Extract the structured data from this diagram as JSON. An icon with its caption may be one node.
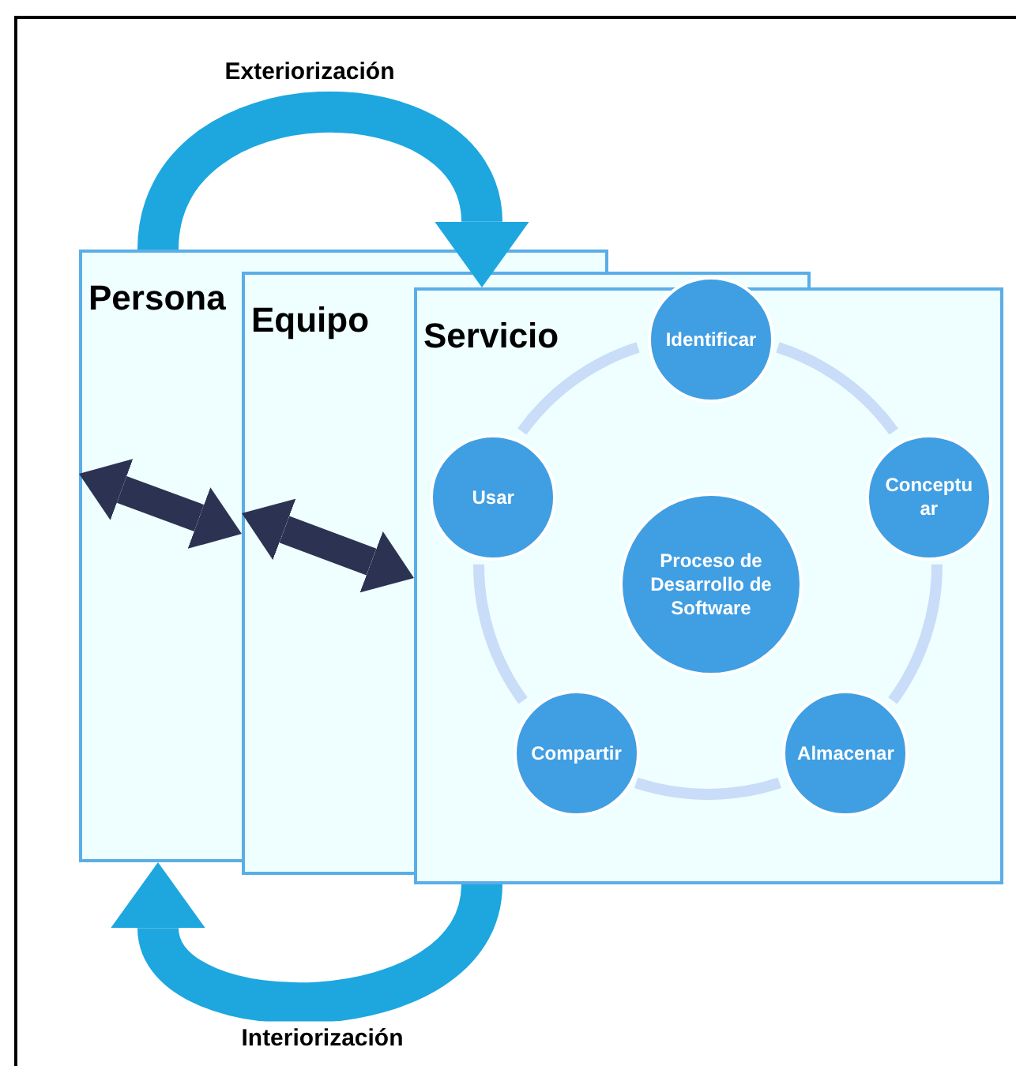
{
  "diagram": {
    "nodes": [
      {
        "text": [
          "Persona"
        ]
      },
      {
        "text": [
          "Equipo"
        ]
      },
      {
        "text": [
          "Servicio"
        ]
      },
      {
        "text": [
          "Identificar"
        ],
        "in": 2
      },
      {
        "text": [
          "Conceptuar"
        ],
        "in": 2
      },
      {
        "text": [
          "Almacenar"
        ],
        "in": 2
      },
      {
        "text": [
          "Compartir"
        ],
        "in": 2
      },
      {
        "text": [
          "Usar"
        ],
        "in": 2
      },
      {
        "text": [
          "Proceso de Desarrollo de Software"
        ],
        "in": 2
      }
    ],
    "edges": [
      {
        "from": 0,
        "to": 2,
        "label": "Exteriorización",
        "arrow": "to",
        "style": "thick",
        "color": "#1ea6df"
      },
      {
        "from": 2,
        "to": 0,
        "label": "Interiorización",
        "arrow": "to",
        "style": "thick",
        "color": "#1ea6df"
      },
      {
        "from": 0,
        "to": 1,
        "arrow": "both",
        "style": "thick",
        "color": "#2b3252"
      },
      {
        "from": 1,
        "to": 2,
        "arrow": "both",
        "style": "thick",
        "color": "#2b3252"
      },
      {
        "from": 3,
        "to": 4,
        "arrow": "none"
      },
      {
        "from": 4,
        "to": 5,
        "arrow": "none"
      },
      {
        "from": 5,
        "to": 6,
        "arrow": "none"
      },
      {
        "from": 6,
        "to": 7,
        "arrow": "none"
      },
      {
        "from": 7,
        "to": 3,
        "arrow": "none"
      }
    ]
  }
}
